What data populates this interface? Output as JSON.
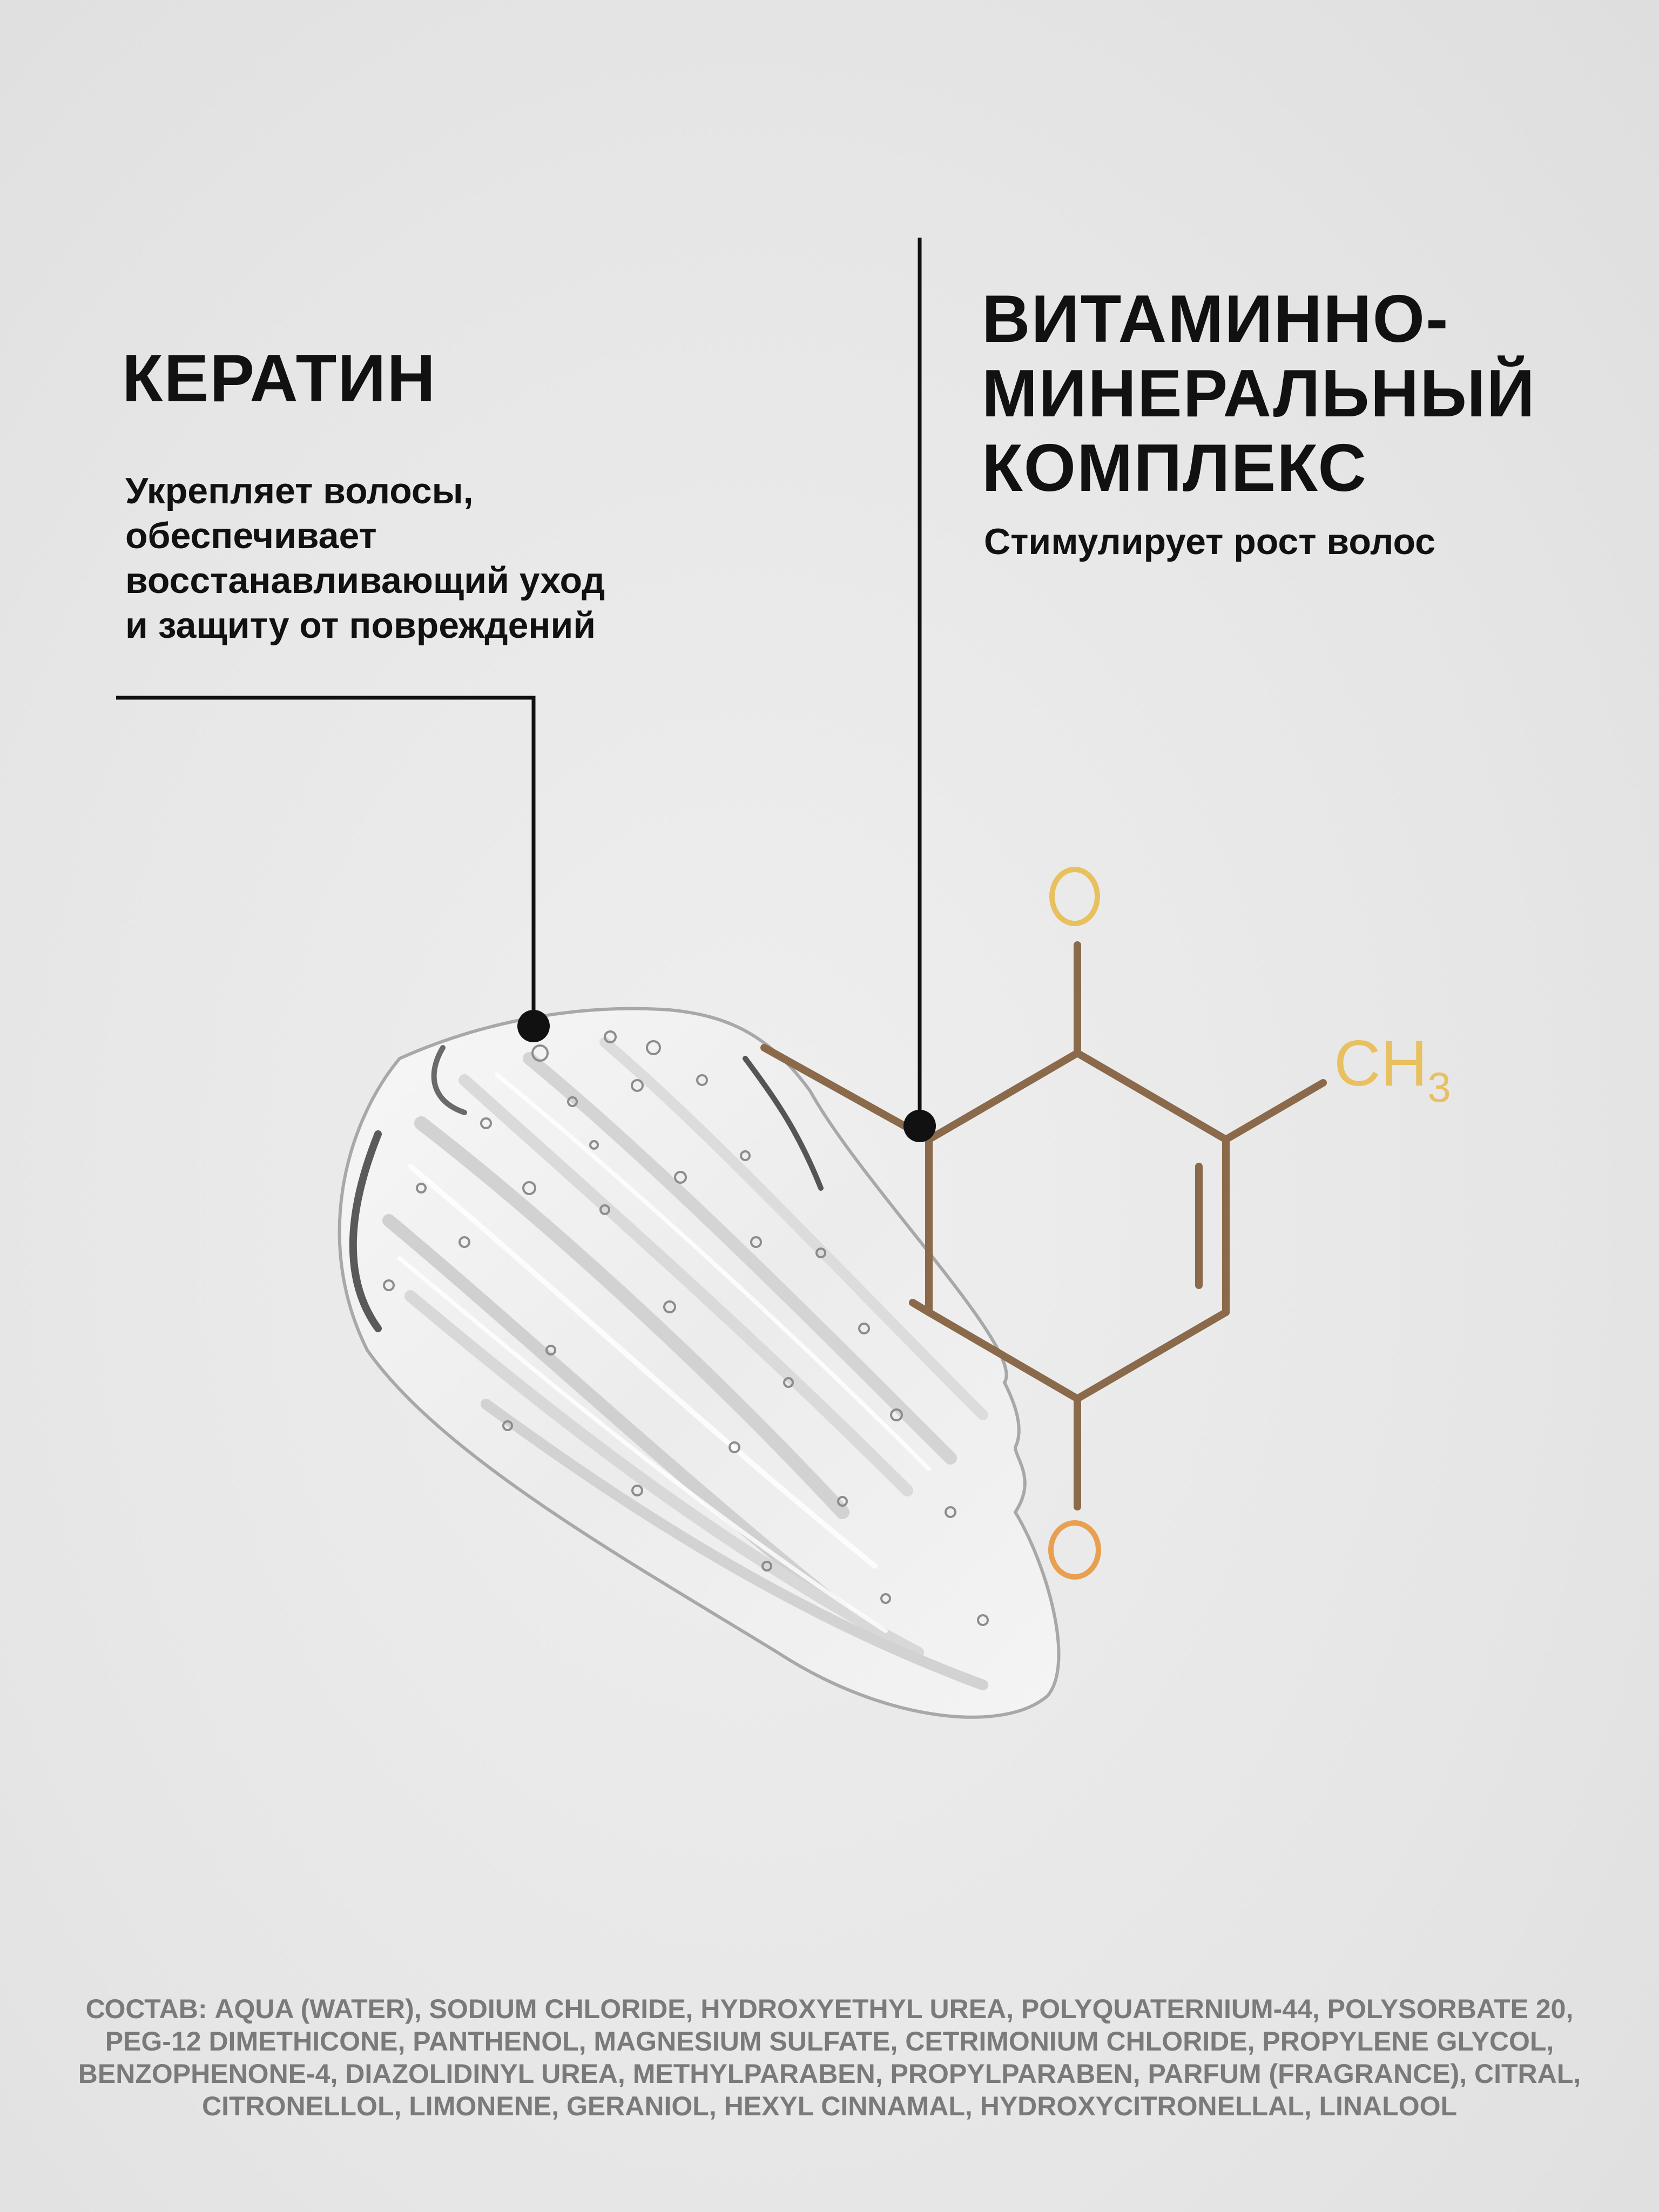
{
  "keratin": {
    "title": "КЕРАТИН",
    "description_lines": [
      "Укрепляет волосы,",
      "обеспечивает",
      "восстанавливающий уход",
      "и защиту от повреждений"
    ]
  },
  "vitamin_complex": {
    "title_lines": [
      "ВИТАМИННО-",
      "МИНЕРАЛЬНЫЙ",
      "КОМПЛЕКС"
    ],
    "description": "Стимулирует рост волос"
  },
  "molecule": {
    "oxygen_top": "O",
    "oxygen_bottom": "O",
    "methyl_group": "CH",
    "methyl_subscript": "3",
    "colors": {
      "bonds": "#8a6a4a",
      "oxygen_top": "#e8c060",
      "oxygen_bottom": "#e8a050",
      "methyl": "#e8c060"
    }
  },
  "composition": {
    "lines": [
      "СОСТАВ: AQUA (WATER), SODIUM CHLORIDE, HYDROXYETHYL UREA, POLYQUATERNIUM-44, POLYSORBATE 20,",
      "PEG-12 DIMETHICONE, PANTHENOL, MAGNESIUM SULFATE, CETRIMONIUM CHLORIDE, PROPYLENE GLYCOL,",
      "BENZOPHENONE-4, DIAZOLIDINYL UREA, METHYLPARABEN, PROPYLPARABEN, PARFUM (FRAGRANCE), CITRAL,",
      "CITRONELLOL, LIMONENE, GERANIOL, HEXYL CINNAMAL, HYDROXYCITRONELLAL, LINALOOL"
    ]
  }
}
